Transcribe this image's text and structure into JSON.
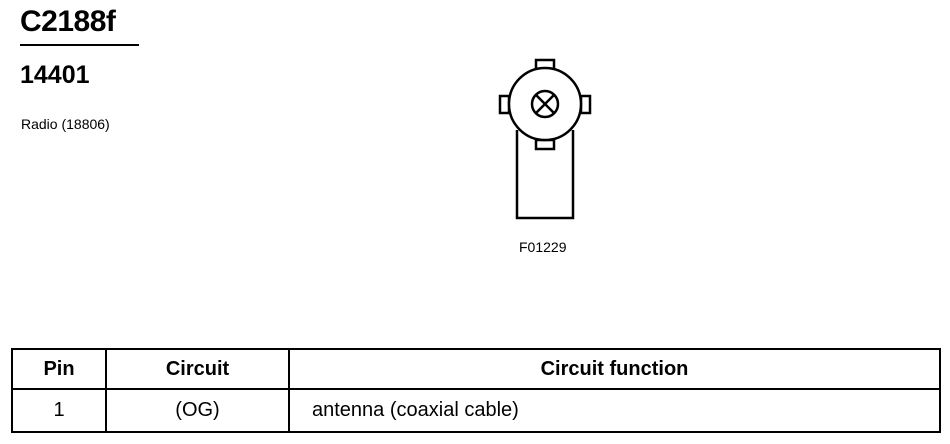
{
  "header": {
    "connector_id": "C2188f",
    "part_number": "14401",
    "component": "Radio (18806)"
  },
  "figure": {
    "reference": "F01229"
  },
  "pin_table": {
    "columns": [
      "Pin",
      "Circuit",
      "Circuit function"
    ],
    "rows": [
      {
        "pin": "1",
        "circuit": "(OG)",
        "function": "antenna (coaxial cable)"
      }
    ]
  }
}
